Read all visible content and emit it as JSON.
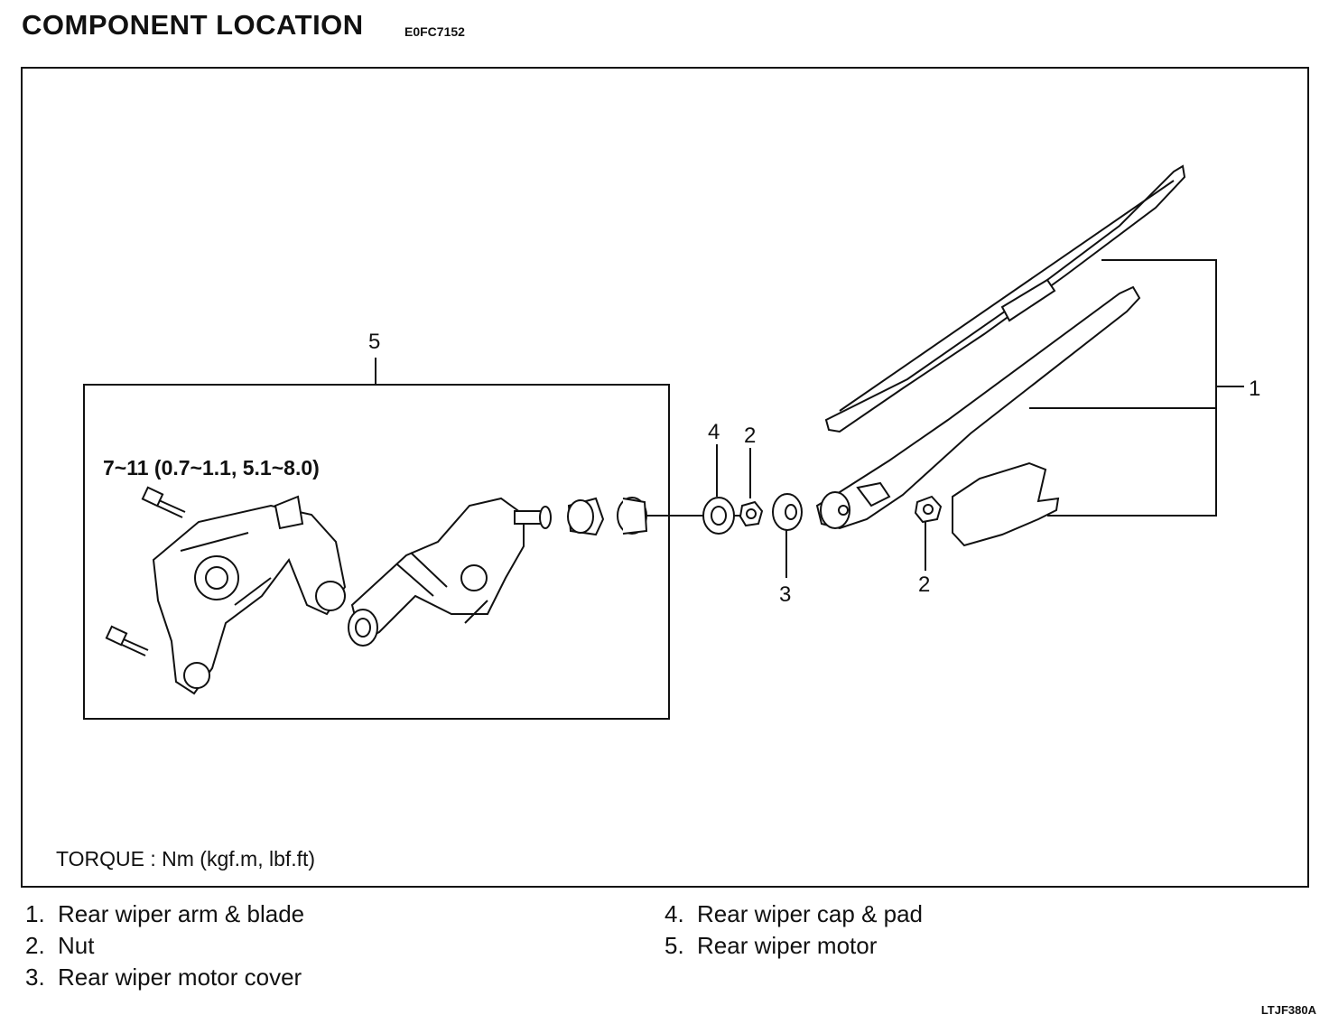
{
  "header": {
    "title": "COMPONENT  LOCATION",
    "code": "E0FC7152"
  },
  "diagram": {
    "torque_spec": "7~11 (0.7~1.1, 5.1~8.0)",
    "torque_unit": "TORQUE : Nm (kgf.m, lbf.ft)",
    "callouts": {
      "arm_blade": "1",
      "nut_upper": "2",
      "nut_lower": "2",
      "motor_cover": "3",
      "cap_pad": "4",
      "motor": "5"
    },
    "parts": [
      "bolt-icon",
      "bracket-icon",
      "motor-icon",
      "grommet-icon",
      "washer-icon",
      "nut-icon",
      "cover-icon",
      "wiper-arm-icon",
      "wiper-blade-icon",
      "cap-icon"
    ]
  },
  "legend": [
    {
      "num": "1.",
      "label": "Rear wiper arm & blade"
    },
    {
      "num": "2.",
      "label": "Nut"
    },
    {
      "num": "3.",
      "label": "Rear wiper motor cover"
    },
    {
      "num": "4.",
      "label": "Rear wiper cap & pad"
    },
    {
      "num": "5.",
      "label": "Rear wiper motor"
    }
  ],
  "figure_code": "LTJF380A"
}
